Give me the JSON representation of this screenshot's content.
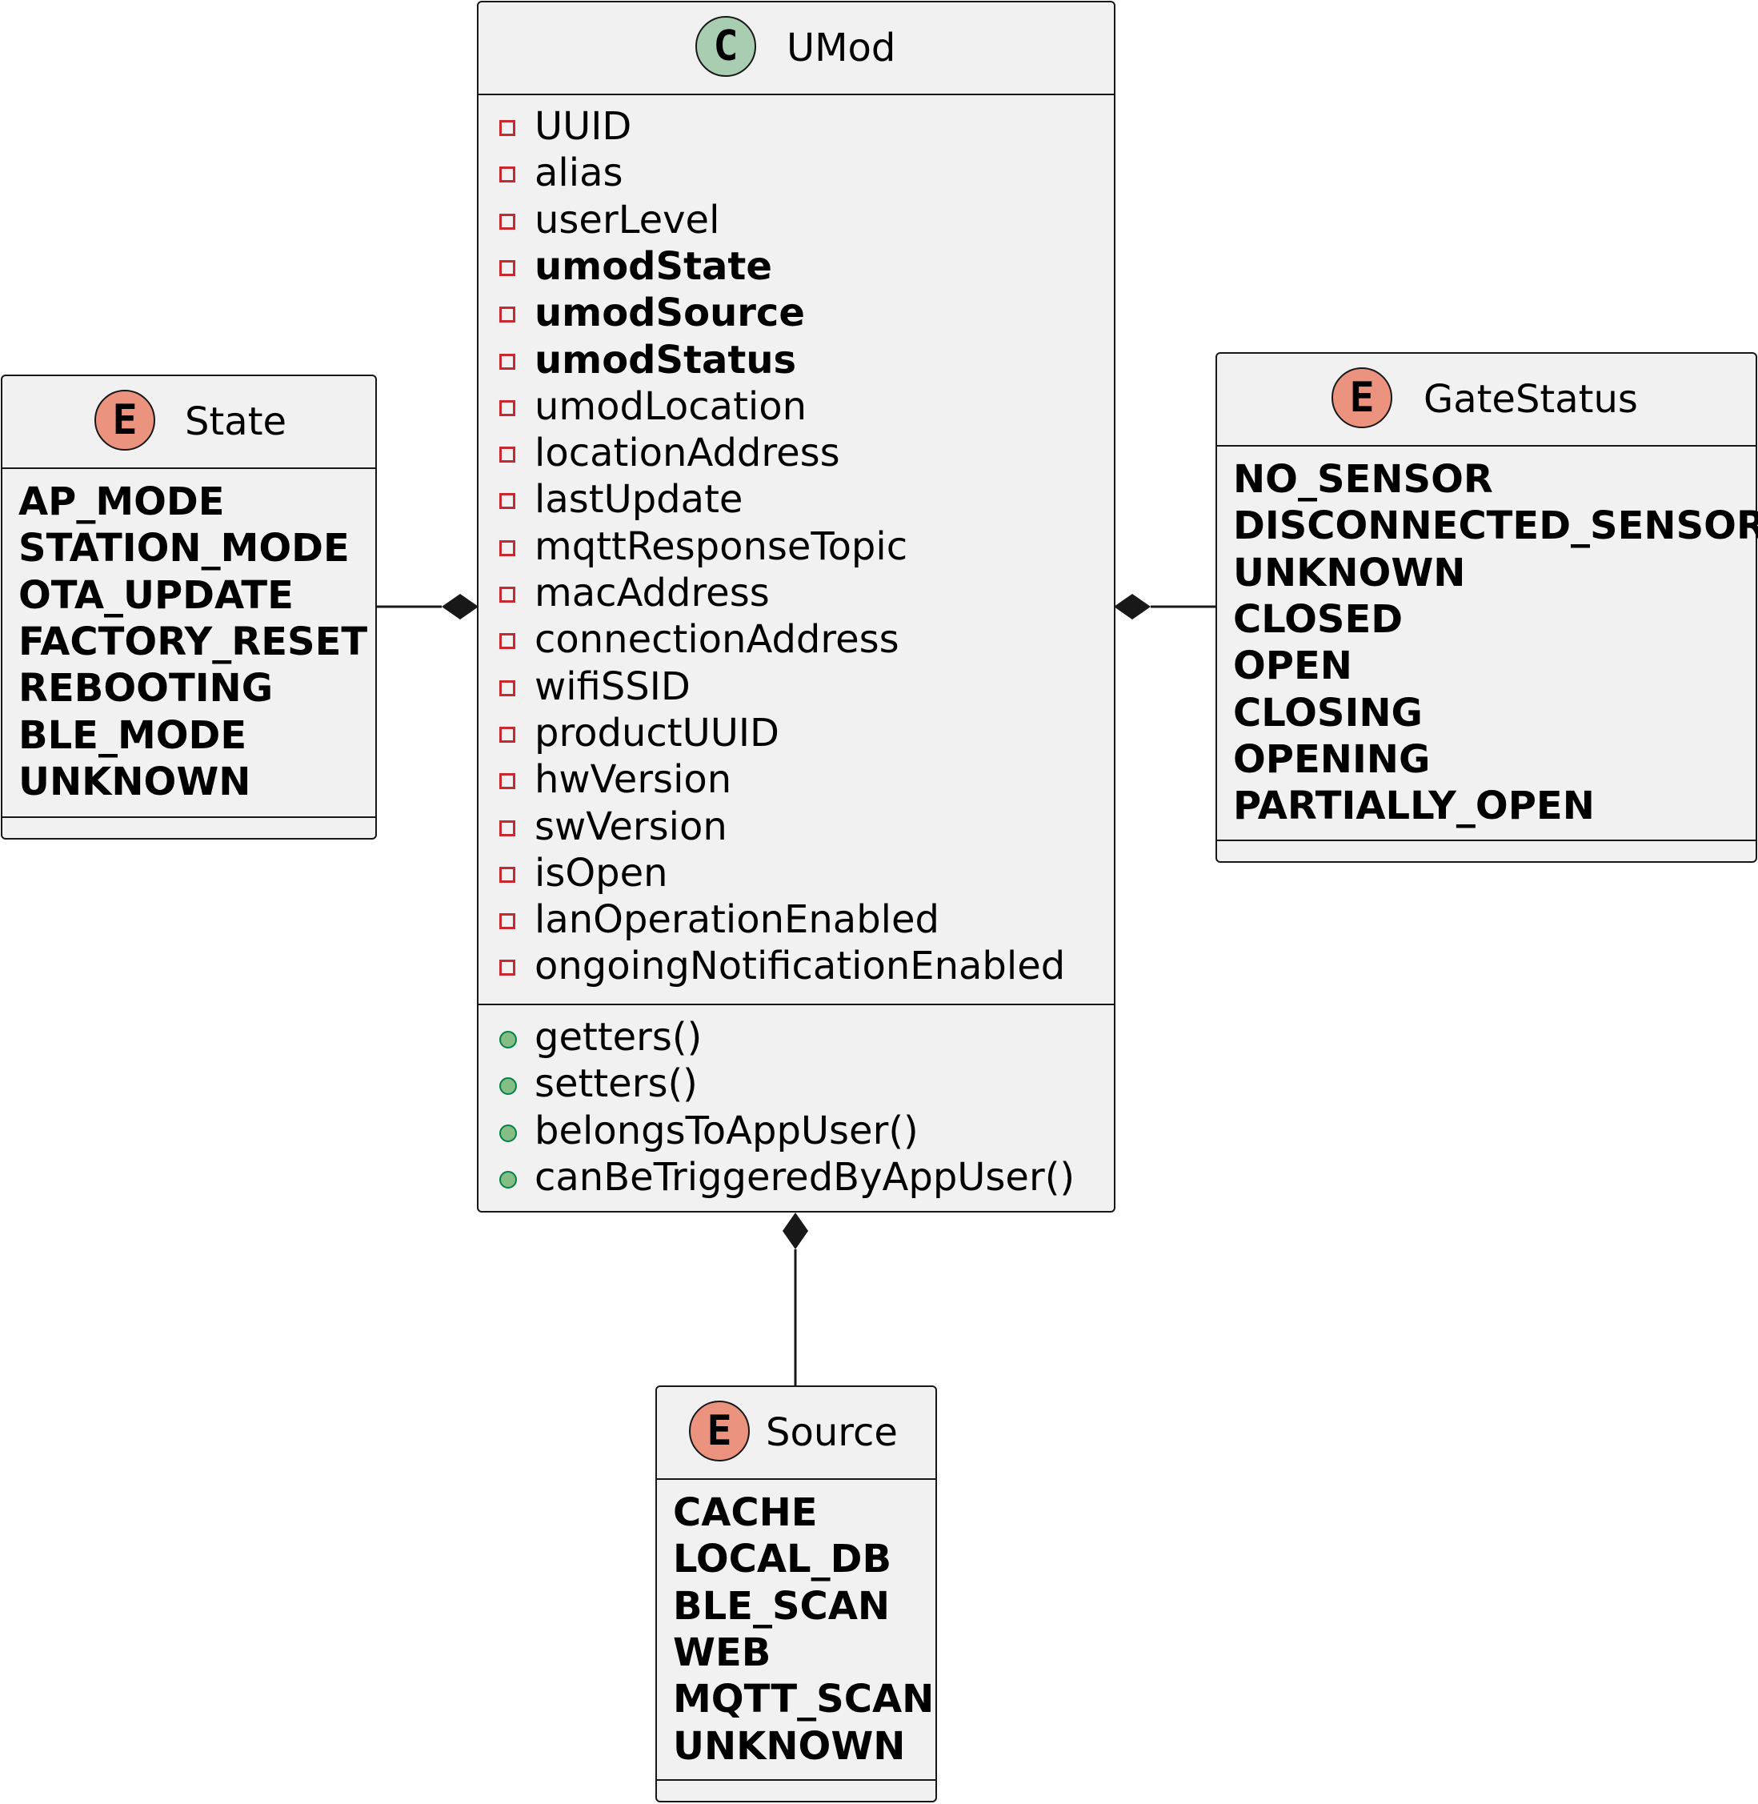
{
  "diagram": {
    "classes": {
      "umod": {
        "stereotype_letter": "C",
        "name": "UMod",
        "fields": [
          {
            "visibility": "private",
            "name": "UUID",
            "bold": false
          },
          {
            "visibility": "private",
            "name": "alias",
            "bold": false
          },
          {
            "visibility": "private",
            "name": "userLevel",
            "bold": false
          },
          {
            "visibility": "private",
            "name": "umodState",
            "bold": true
          },
          {
            "visibility": "private",
            "name": "umodSource",
            "bold": true
          },
          {
            "visibility": "private",
            "name": "umodStatus",
            "bold": true
          },
          {
            "visibility": "private",
            "name": "umodLocation",
            "bold": false
          },
          {
            "visibility": "private",
            "name": "locationAddress",
            "bold": false
          },
          {
            "visibility": "private",
            "name": "lastUpdate",
            "bold": false
          },
          {
            "visibility": "private",
            "name": "mqttResponseTopic",
            "bold": false
          },
          {
            "visibility": "private",
            "name": "macAddress",
            "bold": false
          },
          {
            "visibility": "private",
            "name": "connectionAddress",
            "bold": false
          },
          {
            "visibility": "private",
            "name": "wifiSSID",
            "bold": false
          },
          {
            "visibility": "private",
            "name": "productUUID",
            "bold": false
          },
          {
            "visibility": "private",
            "name": "hwVersion",
            "bold": false
          },
          {
            "visibility": "private",
            "name": "swVersion",
            "bold": false
          },
          {
            "visibility": "private",
            "name": "isOpen",
            "bold": false
          },
          {
            "visibility": "private",
            "name": "lanOperationEnabled",
            "bold": false
          },
          {
            "visibility": "private",
            "name": "ongoingNotificationEnabled",
            "bold": false
          }
        ],
        "methods": [
          {
            "visibility": "public",
            "name": "getters()"
          },
          {
            "visibility": "public",
            "name": "setters()"
          },
          {
            "visibility": "public",
            "name": "belongsToAppUser()"
          },
          {
            "visibility": "public",
            "name": "canBeTriggeredByAppUser()"
          }
        ]
      }
    },
    "enums": {
      "state": {
        "stereotype_letter": "E",
        "name": "State",
        "values": [
          "AP_MODE",
          "STATION_MODE",
          "OTA_UPDATE",
          "FACTORY_RESET",
          "REBOOTING",
          "BLE_MODE",
          "UNKNOWN"
        ]
      },
      "gate_status": {
        "stereotype_letter": "E",
        "name": "GateStatus",
        "values": [
          "NO_SENSOR",
          "DISCONNECTED_SENSOR",
          "UNKNOWN",
          "CLOSED",
          "OPEN",
          "CLOSING",
          "OPENING",
          "PARTIALLY_OPEN"
        ]
      },
      "source": {
        "stereotype_letter": "E",
        "name": "Source",
        "values": [
          "CACHE",
          "LOCAL_DB",
          "BLE_SCAN",
          "WEB",
          "MQTT_SCAN",
          "UNKNOWN"
        ]
      }
    },
    "relations": [
      {
        "type": "composition",
        "whole": "UMod",
        "part": "State"
      },
      {
        "type": "composition",
        "whole": "UMod",
        "part": "GateStatus"
      },
      {
        "type": "composition",
        "whole": "UMod",
        "part": "Source"
      }
    ],
    "colors": {
      "box_fill": "#f1f1f1",
      "border": "#181818",
      "class_badge": "#a9cdb0",
      "enum_badge": "#eb937f",
      "private_marker": "#c82930",
      "public_marker_fill": "#84be84",
      "public_marker_border": "#038048"
    }
  }
}
